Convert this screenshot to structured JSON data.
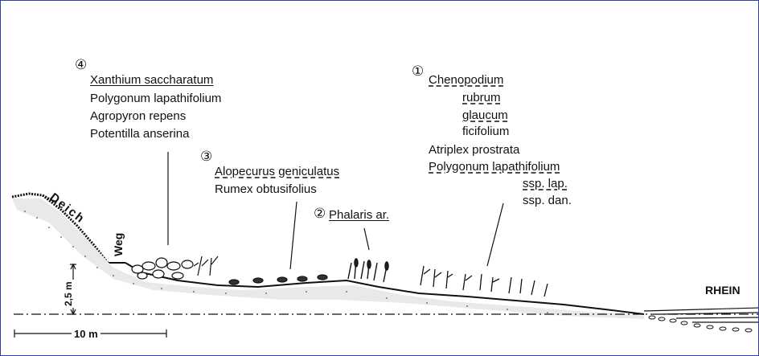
{
  "groups": {
    "g4": {
      "marker": "④",
      "species": [
        "Xanthium saccharatum",
        "Polygonum lapathifolium",
        "Agropyron repens",
        "Potentilla anserina"
      ]
    },
    "g3": {
      "marker": "③",
      "species": [
        "Alopecurus geniculatus",
        "Rumex obtusifolius"
      ]
    },
    "g2": {
      "marker": "②",
      "species": [
        "Phalaris ar."
      ]
    },
    "g1": {
      "marker": "①",
      "species": [
        "Chenopodium",
        "rubrum",
        "glaucum",
        "ficifolium",
        "Atriplex prostrata",
        "Polygonum lapathifolium",
        "ssp. lap.",
        "ssp. dan."
      ]
    }
  },
  "labels": {
    "deich": "Deich",
    "weg": "Weg",
    "rhein": "RHEIN",
    "scale_h": "10 m",
    "scale_v": "2,5 m"
  },
  "colors": {
    "frame": "#2f3ea8",
    "ink": "#111111"
  }
}
